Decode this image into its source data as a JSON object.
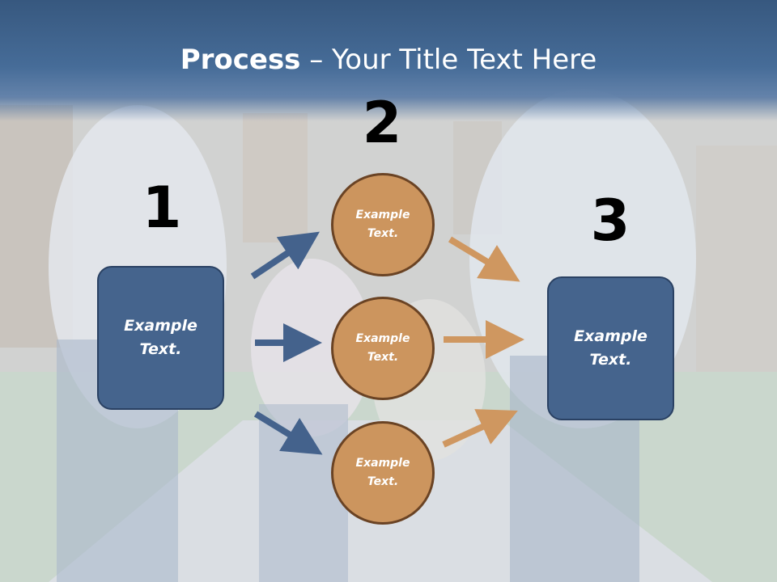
{
  "slide": {
    "title_bold": "Process",
    "title_rest": " – Your Title Text Here",
    "colors": {
      "header": "#3f6390",
      "box_fill": "#45648d",
      "box_border": "#2a4163",
      "circle_fill": "#cc955e",
      "circle_border": "#6a4324",
      "blue_arrow": "#44628c",
      "orange_arrow": "#cf9760"
    }
  },
  "steps": {
    "n1": "1",
    "n2": "2",
    "n3": "3"
  },
  "boxes": {
    "left": "Example Text.",
    "right": "Example Text."
  },
  "circles": {
    "top": "Example Text.",
    "middle": "Example Text.",
    "bottom": "Example Text."
  },
  "background": {
    "icon": "family-photo"
  }
}
